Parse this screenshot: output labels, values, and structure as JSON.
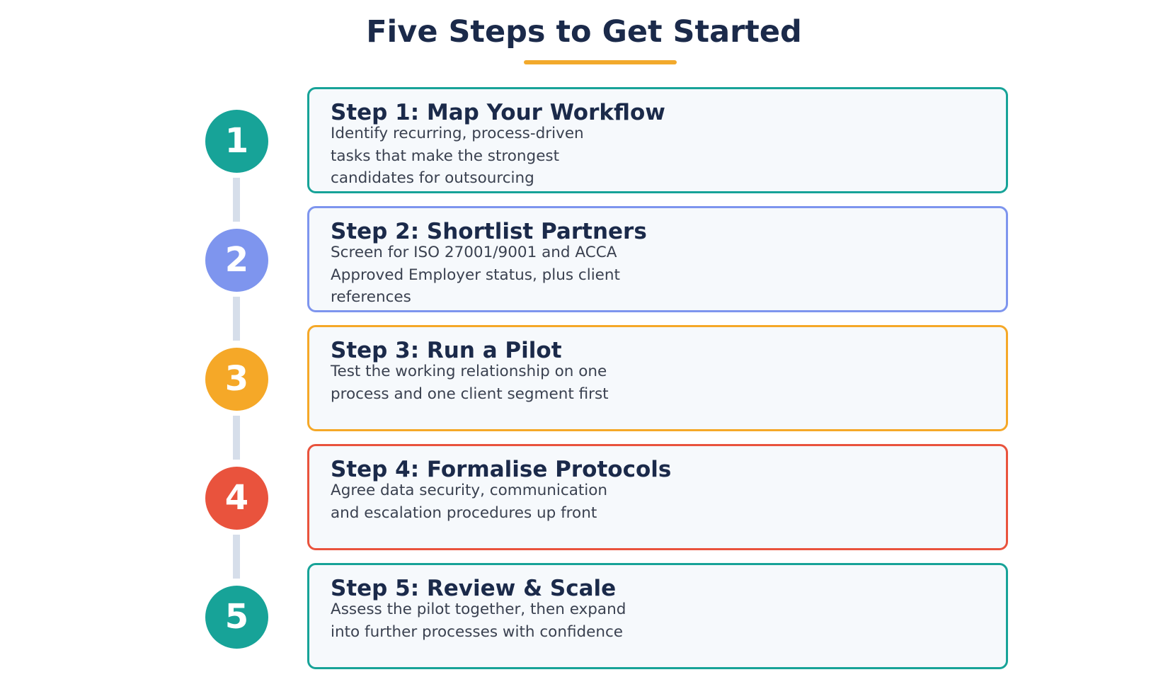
{
  "title": "Five Steps to Get Started",
  "colors": {
    "title_text": "#1b2a4a",
    "underline": "#f2a92c",
    "connector": "#d6deea",
    "card_background": "#f6f9fc",
    "description_text": "#3a4150"
  },
  "steps": [
    {
      "number": "1",
      "title": "Step 1: Map Your Workflow",
      "description": "Identify recurring, process-driven tasks that make the strongest candidates for outsourcing",
      "color": "#17a398"
    },
    {
      "number": "2",
      "title": "Step 2: Shortlist Partners",
      "description": "Screen for ISO 27001/9001 and ACCA Approved Employer status, plus client references",
      "color": "#7e95ee"
    },
    {
      "number": "3",
      "title": "Step 3: Run a Pilot",
      "description": "Test the working relationship on one process and one client segment first",
      "color": "#f5a828"
    },
    {
      "number": "4",
      "title": "Step 4: Formalise Protocols",
      "description": "Agree data security, communication and escalation procedures up front",
      "color": "#e9533d"
    },
    {
      "number": "5",
      "title": "Step 5: Review & Scale",
      "description": "Assess the pilot together, then expand into further processes with confidence",
      "color": "#17a398"
    }
  ]
}
